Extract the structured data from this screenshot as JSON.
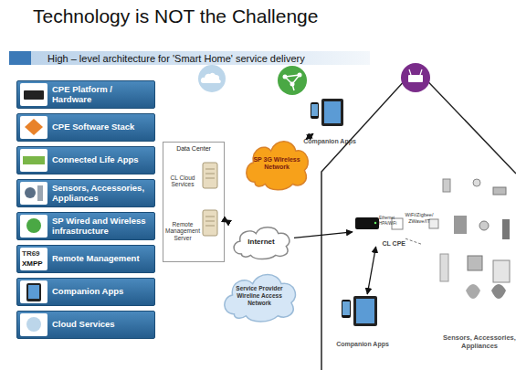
{
  "diagram": {
    "title": "Technology is NOT the Challenge",
    "nodes": [
      {
        "text": [
          "High – level architecture for 'Smart Home' service delivery"
        ]
      },
      {
        "text": [
          "CPE Platform / Hardware"
        ]
      },
      {
        "text": [
          "CPE Software Stack"
        ]
      },
      {
        "text": [
          "Connected Life Apps"
        ]
      },
      {
        "text": [
          "Sensors, Accessories, Appliances"
        ]
      },
      {
        "text": [
          "SP Wired and Wireless infrastructure"
        ]
      },
      {
        "text": [
          "Remote Management"
        ]
      },
      {
        "text": [
          "Companion Apps"
        ]
      },
      {
        "text": [
          "Cloud Services"
        ]
      },
      {
        "text": [
          "Data Center"
        ]
      },
      {
        "text": [
          "CL Cloud Services"
        ],
        "in": 9
      },
      {
        "text": [
          "Remote Management Server"
        ],
        "in": 9
      },
      {
        "text": [
          "Companion Apps"
        ]
      },
      {
        "text": [
          "SP 3G Wireless Network"
        ]
      },
      {
        "text": [
          "Internet"
        ]
      },
      {
        "text": [
          "Service Provider Wireline Access Network"
        ]
      },
      {
        "text": [
          "CL CPE"
        ]
      },
      {
        "text": [
          "Companion Apps"
        ]
      },
      {
        "text": [
          "Sensors, Accessories, Appliances"
        ]
      }
    ],
    "edges": [
      {
        "from": 9,
        "to": 14,
        "arrow": "both"
      },
      {
        "from": 14,
        "to": 16,
        "arrow": "to"
      },
      {
        "from": 13,
        "to": 12,
        "arrow": "both"
      },
      {
        "from": 16,
        "to": 17,
        "arrow": "both"
      },
      {
        "from": 16,
        "to": 18,
        "label": "WiFi/Zigbee/ ZWave/IT",
        "arrow": "none"
      }
    ],
    "labels": [
      "TR69",
      "XMPP",
      "Ethernet HPA/WiFi"
    ]
  }
}
